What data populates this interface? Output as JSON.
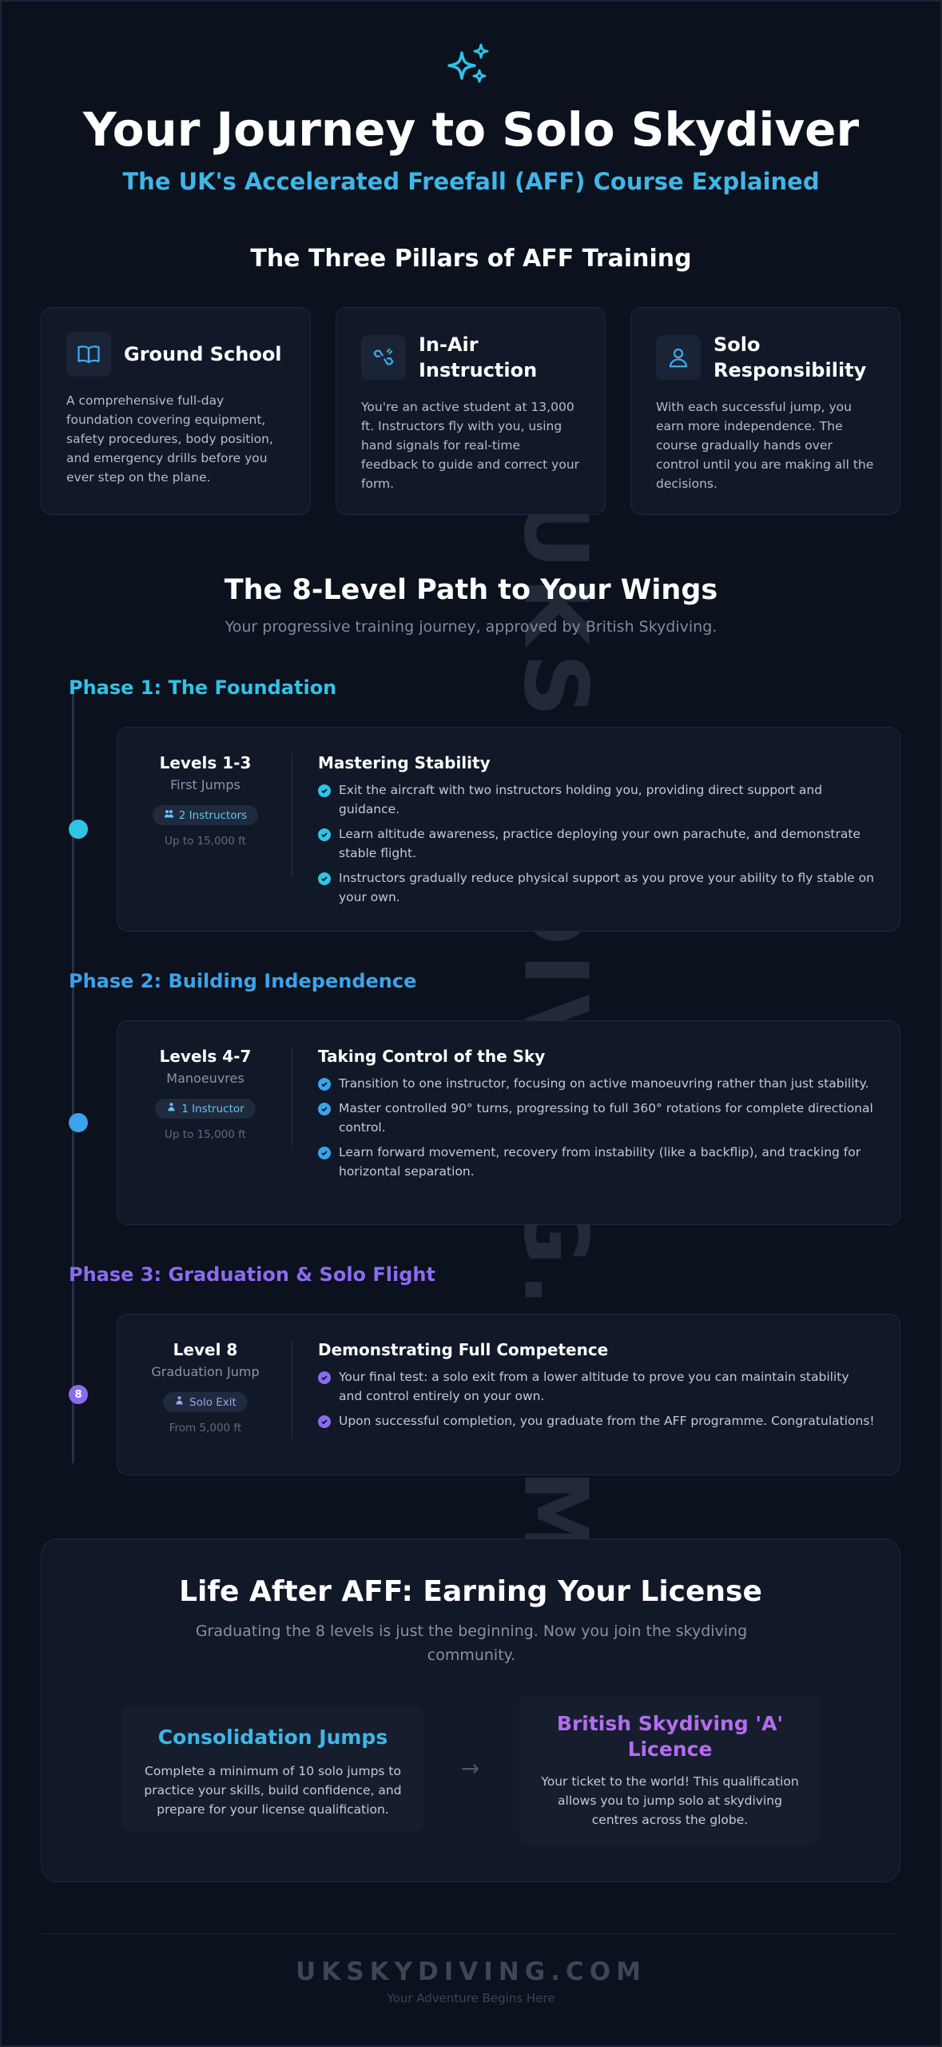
{
  "header": {
    "title": "Your Journey to Solo Skydiver",
    "subtitle": "The UK's Accelerated Freefall (AFF) Course Explained",
    "icon": "sparkles-icon"
  },
  "watermark": "UKSKYDIVING.COM",
  "pillars": {
    "heading": "The Three Pillars of AFF Training",
    "items": [
      {
        "icon": "book-open-icon",
        "title": "Ground School",
        "text": "A comprehensive full-day foundation covering equipment, safety procedures, body position, and emergency drills before you ever step on the plane."
      },
      {
        "icon": "hands-icon",
        "title": "In-Air Instruction",
        "text": "You're an active student at 13,000 ft. Instructors fly with you, using hand signals for real-time feedback to guide and correct your form."
      },
      {
        "icon": "user-icon",
        "title": "Solo Responsibility",
        "text": "With each successful jump, you earn more independence. The course gradually hands over control until you are making all the decisions."
      }
    ]
  },
  "path": {
    "heading": "The 8-Level Path to Your Wings",
    "subheading": "Your progressive training journey, approved by British Skydiving."
  },
  "phases": [
    {
      "title": "Phase 1: The Foundation",
      "color": "#2fc3e6",
      "dot": "",
      "levels": "Levels 1-3",
      "levels_sub": "First Jumps",
      "badge": "2 Instructors",
      "altitude": "Up to 15,000 ft",
      "heading": "Mastering Stability",
      "items": [
        "Exit the aircraft with two instructors holding you, providing direct support and guidance.",
        "Learn altitude awareness, practice deploying your own parachute, and demonstrate stable flight.",
        "Instructors gradually reduce physical support as you prove your ability to fly stable on your own."
      ]
    },
    {
      "title": "Phase 2: Building Independence",
      "color": "#3aa4ea",
      "dot": "",
      "levels": "Levels 4-7",
      "levels_sub": "Manoeuvres",
      "badge": "1 Instructor",
      "altitude": "Up to 15,000 ft",
      "heading": "Taking Control of the Sky",
      "items": [
        "Transition to one instructor, focusing on active manoeuvring rather than just stability.",
        "Master controlled 90° turns, progressing to full 360° rotations for complete directional control.",
        "Learn forward movement, recovery from instability (like a backflip), and tracking for horizontal separation."
      ]
    },
    {
      "title": "Phase 3: Graduation & Solo Flight",
      "color": "#8b6cf0",
      "dot": "8",
      "levels": "Level 8",
      "levels_sub": "Graduation Jump",
      "badge": "Solo Exit",
      "altitude": "From 5,000 ft",
      "heading": "Demonstrating Full Competence",
      "items": [
        "Your final test: a solo exit from a lower altitude to prove you can maintain stability and control entirely on your own.",
        "Upon successful completion, you graduate from the AFF programme. Congratulations!"
      ]
    }
  ],
  "after": {
    "heading": "Life After AFF: Earning Your License",
    "subheading": "Graduating the 8 levels is just the beginning. Now you join the skydiving community.",
    "arrow": "→",
    "steps": [
      {
        "title": "Consolidation Jumps",
        "color": "#3fb6e8",
        "text": "Complete a minimum of 10 solo jumps to practice your skills, build confidence, and prepare for your license qualification."
      },
      {
        "title": "British Skydiving 'A' Licence",
        "color": "#b46cf0",
        "text": "Your ticket to the world! This qualification allows you to jump solo at skydiving centres across the globe."
      }
    ]
  },
  "footer": {
    "brand": "UKSKYDIVING.COM",
    "tagline": "Your Adventure Begins Here"
  }
}
